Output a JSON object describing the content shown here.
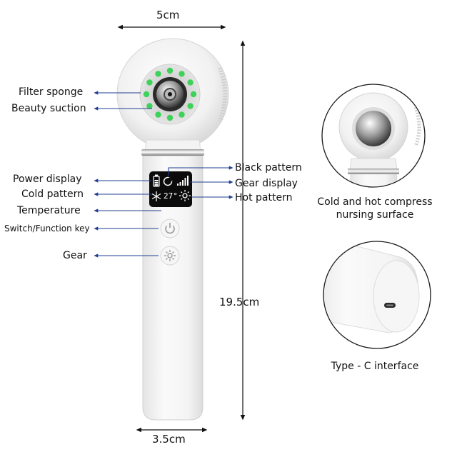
{
  "dimensions": {
    "width": "5cm",
    "height": "19.5cm",
    "bottom_width": "3.5cm"
  },
  "labels": {
    "filter_sponge": "Filter sponge",
    "beauty_suction": "Beauty suction",
    "power_display": "Power display",
    "cold_pattern": "Cold pattern",
    "temperature": "Temperature",
    "switch_function_key": "Switch/Function key",
    "gear": "Gear",
    "black_pattern": "Black pattern",
    "gear_display": "Gear display",
    "hot_pattern": "Hot pattern"
  },
  "screen": {
    "temperature_value": "27°"
  },
  "captions": {
    "compress_line1": "Cold and hot compress",
    "compress_line2": "nursing surface",
    "type_c": "Type - C interface"
  },
  "colors": {
    "arrow": "#1f3f8f",
    "led_green": "#3fd25a",
    "device_white": "#f4f4f4",
    "screen_black": "#0b0b0b"
  },
  "icons": [
    "battery-icon",
    "moon-icon",
    "signal-bars-icon",
    "snowflake-icon",
    "sun-icon",
    "power-icon",
    "gear-icon"
  ]
}
